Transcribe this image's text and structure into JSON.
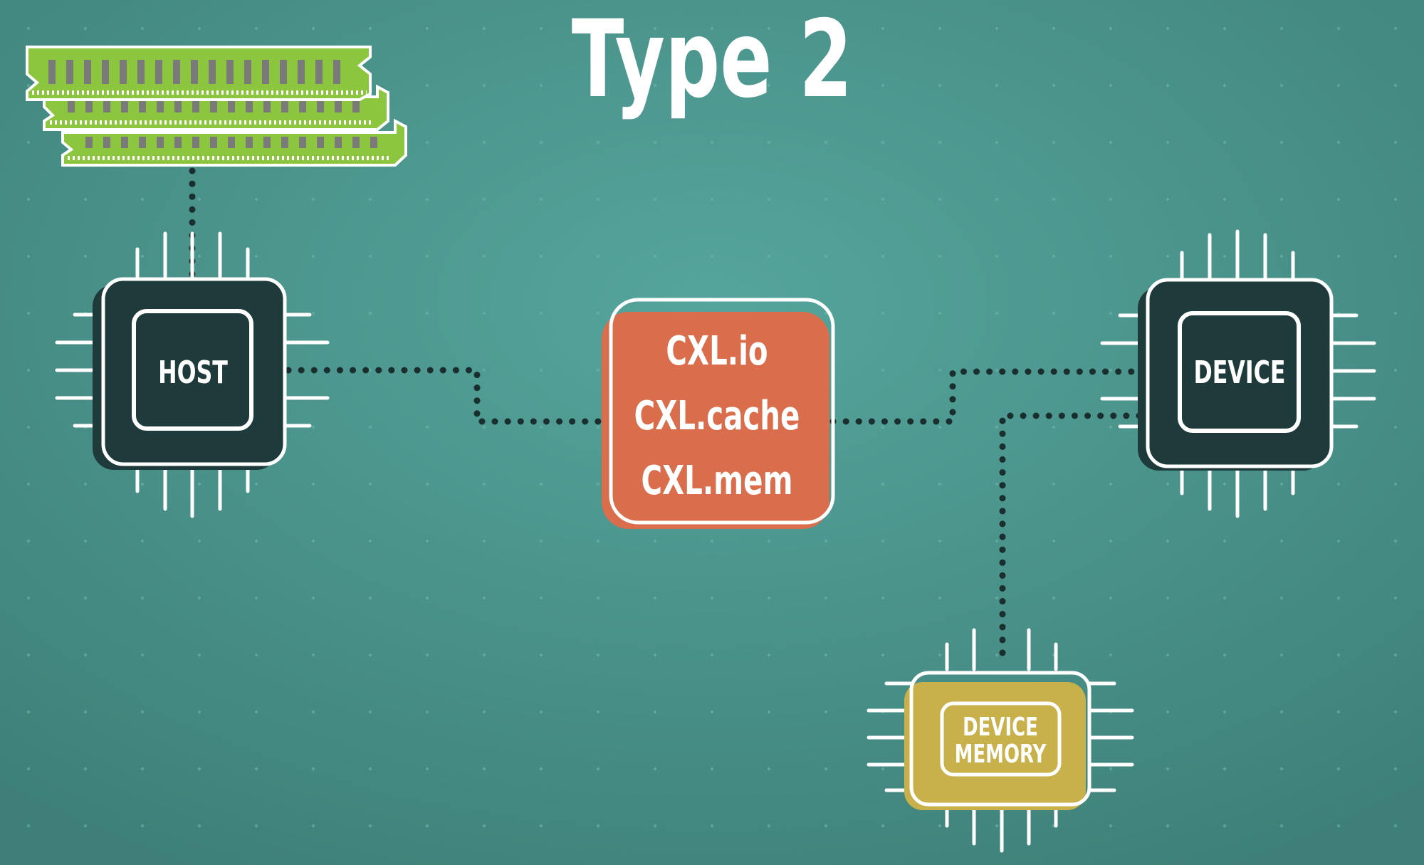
{
  "title": "Type 2",
  "host": {
    "label": "HOST"
  },
  "device": {
    "label": "DEVICE"
  },
  "device_memory": {
    "label_line1": "DEVICE",
    "label_line2": "MEMORY"
  },
  "protocols": [
    "CXL.io",
    "CXL.cache",
    "CXL.mem"
  ],
  "colors": {
    "background": "#4f9a92",
    "chip_body": "#1f3a3a",
    "outline": "#ffffff",
    "protocol_box": "#d96d4c",
    "memory_chip": "#c8b04a",
    "ram_stick": "#8cc63f",
    "link": "#1a2e2e"
  },
  "icons": [
    "ram-stick-icon",
    "cpu-chip-icon"
  ]
}
